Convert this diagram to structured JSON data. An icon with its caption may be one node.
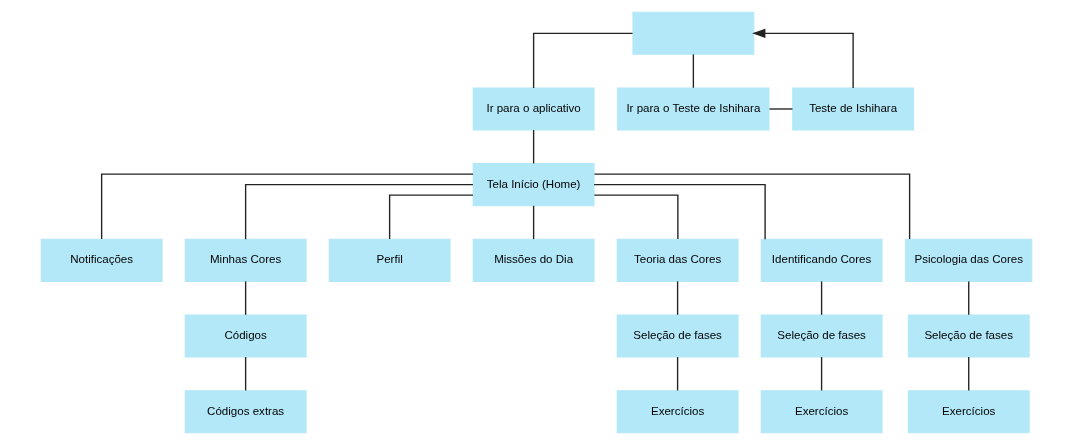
{
  "diagram": {
    "nodes": [
      {
        "text": [],
        "shape": "box"
      },
      {
        "text": [
          "Ir para o aplicativo"
        ]
      },
      {
        "text": [
          "Ir para o Teste de Ishihara"
        ]
      },
      {
        "text": [
          "Teste de Ishihara"
        ]
      },
      {
        "text": [
          "Tela Início (Home)"
        ]
      },
      {
        "text": [
          "Notificações"
        ]
      },
      {
        "text": [
          "Minhas Cores"
        ]
      },
      {
        "text": [
          "Perfil"
        ]
      },
      {
        "text": [
          "Missões do Dia"
        ]
      },
      {
        "text": [
          "Teoria das Cores"
        ]
      },
      {
        "text": [
          "Identificando Cores"
        ]
      },
      {
        "text": [
          "Psicologia das Cores"
        ]
      },
      {
        "text": [
          "Códigos"
        ]
      },
      {
        "text": [
          "Códigos extras"
        ]
      },
      {
        "text": [
          "Seleção de fases"
        ]
      },
      {
        "text": [
          "Exercícios"
        ]
      },
      {
        "text": [
          "Seleção de fases"
        ]
      },
      {
        "text": [
          "Exercícios"
        ]
      },
      {
        "text": [
          "Seleção de fases"
        ]
      },
      {
        "text": [
          "Exercícios"
        ]
      }
    ],
    "edges": [
      {
        "from": 0,
        "to": 1,
        "arrow": "none"
      },
      {
        "from": 0,
        "to": 2,
        "arrow": "none"
      },
      {
        "from": 3,
        "to": 0,
        "arrow": "to"
      },
      {
        "from": 2,
        "to": 3,
        "arrow": "none"
      },
      {
        "from": 1,
        "to": 4,
        "arrow": "none"
      },
      {
        "from": 4,
        "to": 5,
        "arrow": "none"
      },
      {
        "from": 4,
        "to": 6,
        "arrow": "none"
      },
      {
        "from": 4,
        "to": 7,
        "arrow": "none"
      },
      {
        "from": 4,
        "to": 8,
        "arrow": "none"
      },
      {
        "from": 4,
        "to": 9,
        "arrow": "none"
      },
      {
        "from": 4,
        "to": 10,
        "arrow": "none"
      },
      {
        "from": 4,
        "to": 11,
        "arrow": "none"
      },
      {
        "from": 6,
        "to": 12,
        "arrow": "none"
      },
      {
        "from": 12,
        "to": 13,
        "arrow": "none"
      },
      {
        "from": 9,
        "to": 14,
        "arrow": "none"
      },
      {
        "from": 14,
        "to": 15,
        "arrow": "none"
      },
      {
        "from": 10,
        "to": 16,
        "arrow": "none"
      },
      {
        "from": 16,
        "to": 17,
        "arrow": "none"
      },
      {
        "from": 11,
        "to": 18,
        "arrow": "none"
      },
      {
        "from": 18,
        "to": 19,
        "arrow": "none"
      }
    ]
  }
}
